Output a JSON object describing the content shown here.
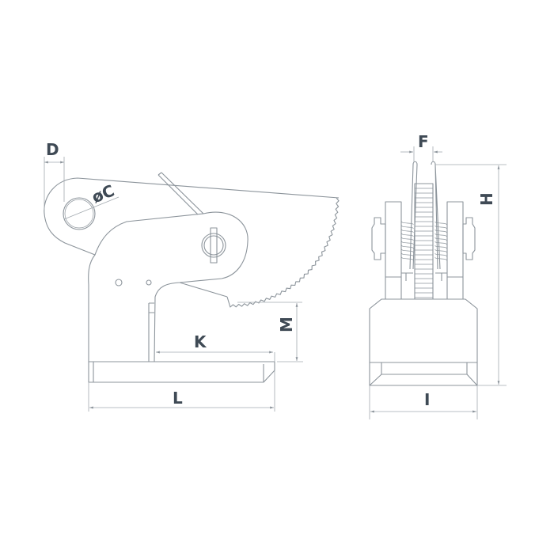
{
  "labels": {
    "D": "D",
    "C": "øC",
    "K": "K",
    "L": "L",
    "M": "M",
    "F": "F",
    "H": "H",
    "I": "I"
  },
  "colors": {
    "line": "#8c949b",
    "label": "#3f4a55"
  }
}
